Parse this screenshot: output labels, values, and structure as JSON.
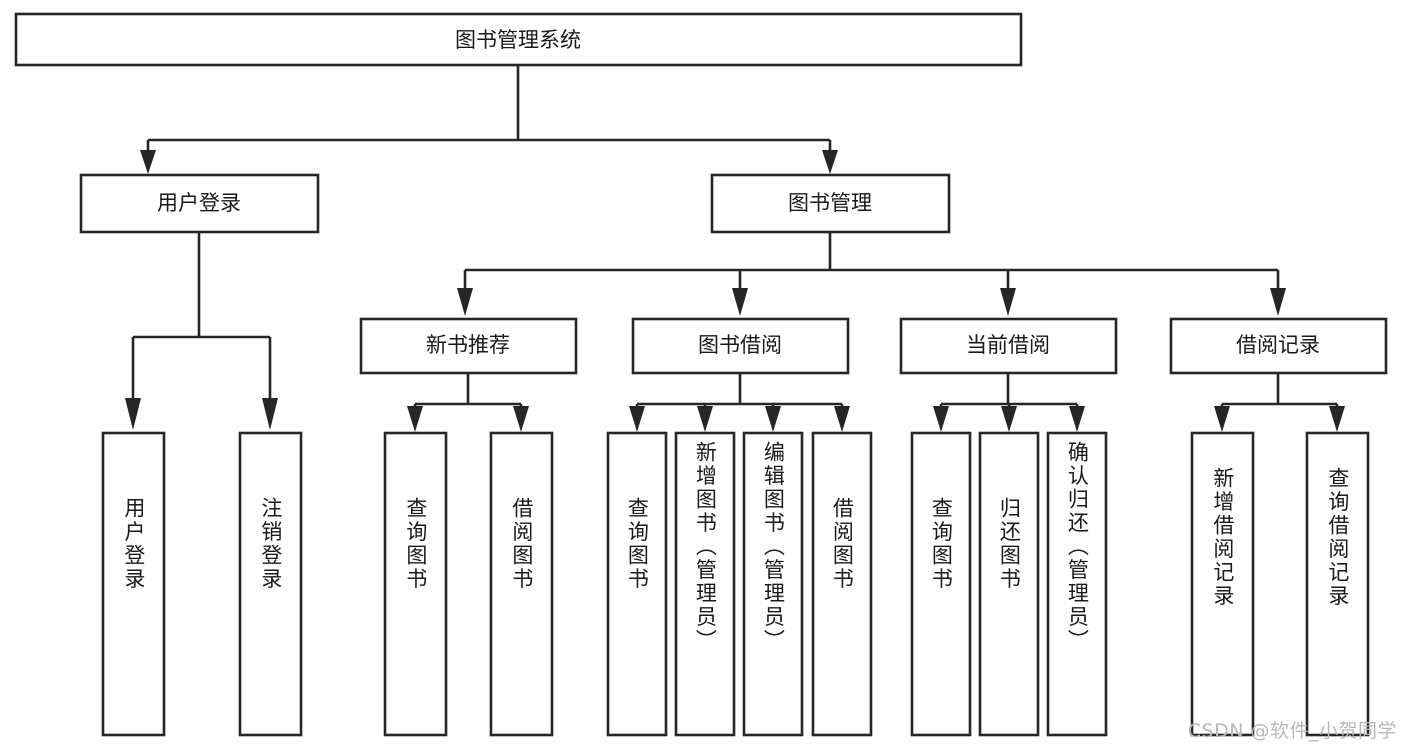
{
  "diagram": {
    "type": "tree-hierarchy-chart",
    "title": "图书管理系统",
    "background_color": "#ffffff",
    "line_color": "#262626",
    "text_color": "#1a1a1a",
    "root": {
      "label": "图书管理系统",
      "orientation": "horizontal"
    },
    "level2": [
      {
        "label": "用户登录",
        "orientation": "horizontal"
      },
      {
        "label": "图书管理",
        "orientation": "horizontal"
      }
    ],
    "level3": [
      {
        "label": "新书推荐",
        "orientation": "horizontal",
        "parent": "图书管理"
      },
      {
        "label": "图书借阅",
        "orientation": "horizontal",
        "parent": "图书管理"
      },
      {
        "label": "当前借阅",
        "orientation": "horizontal",
        "parent": "图书管理"
      },
      {
        "label": "借阅记录",
        "orientation": "horizontal",
        "parent": "图书管理"
      }
    ],
    "leaves": {
      "user_login": [
        {
          "label": "用户登录",
          "orientation": "vertical"
        },
        {
          "label": "注销登录",
          "orientation": "vertical"
        }
      ],
      "new_book_recommend": [
        {
          "label": "查询图书",
          "orientation": "vertical"
        },
        {
          "label": "借阅图书",
          "orientation": "vertical"
        }
      ],
      "book_borrow": [
        {
          "label": "查询图书",
          "orientation": "vertical"
        },
        {
          "label": "新增图书（管理员）",
          "orientation": "vertical"
        },
        {
          "label": "编辑图书（管理员）",
          "orientation": "vertical"
        },
        {
          "label": "借阅图书",
          "orientation": "vertical"
        }
      ],
      "current_borrow": [
        {
          "label": "查询图书",
          "orientation": "vertical"
        },
        {
          "label": "归还图书",
          "orientation": "vertical"
        },
        {
          "label": "确认归还（管理员）",
          "orientation": "vertical"
        }
      ],
      "borrow_record": [
        {
          "label": "新增借阅记录",
          "orientation": "vertical"
        },
        {
          "label": "查询借阅记录",
          "orientation": "vertical"
        }
      ]
    }
  },
  "watermark": {
    "text": "CSDN @软件_小贺同学"
  }
}
